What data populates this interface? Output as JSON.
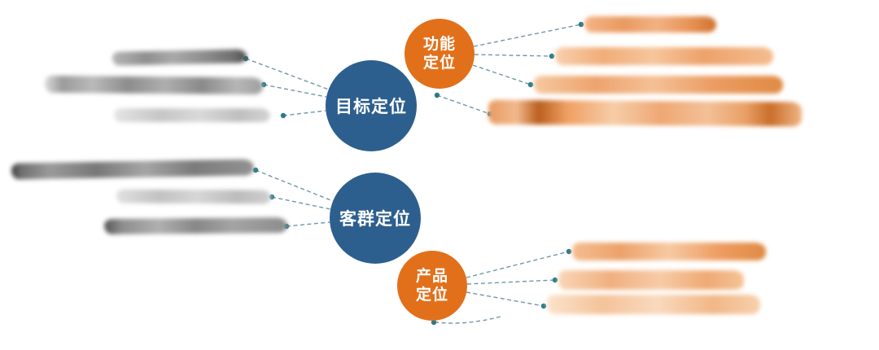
{
  "diagram": {
    "background_color": "#ffffff",
    "nodes": {
      "target": {
        "label": "目标定位",
        "color": "#2d5f8e",
        "text_color": "#ffffff",
        "shape": "circle",
        "size": "large"
      },
      "function": {
        "label": "功能定位",
        "lines": [
          "功能",
          "定位"
        ],
        "color": "#e2701b",
        "text_color": "#ffffff",
        "shape": "circle",
        "size": "small"
      },
      "customer": {
        "label": "客群定位",
        "color": "#2d5f8e",
        "text_color": "#ffffff",
        "shape": "circle",
        "size": "large"
      },
      "product": {
        "label": "产品定位",
        "lines": [
          "产品",
          "定位"
        ],
        "color": "#e2701b",
        "text_color": "#ffffff",
        "shape": "circle",
        "size": "small"
      }
    },
    "connectors": {
      "line_color": "#7097a8",
      "dot_color": "#2b7a8c",
      "style": "dashed"
    },
    "redacted_content": {
      "left_gray_lines": 6,
      "right_orange_lines": 7,
      "note": "text lines are blurred/illegible in the source image"
    }
  }
}
